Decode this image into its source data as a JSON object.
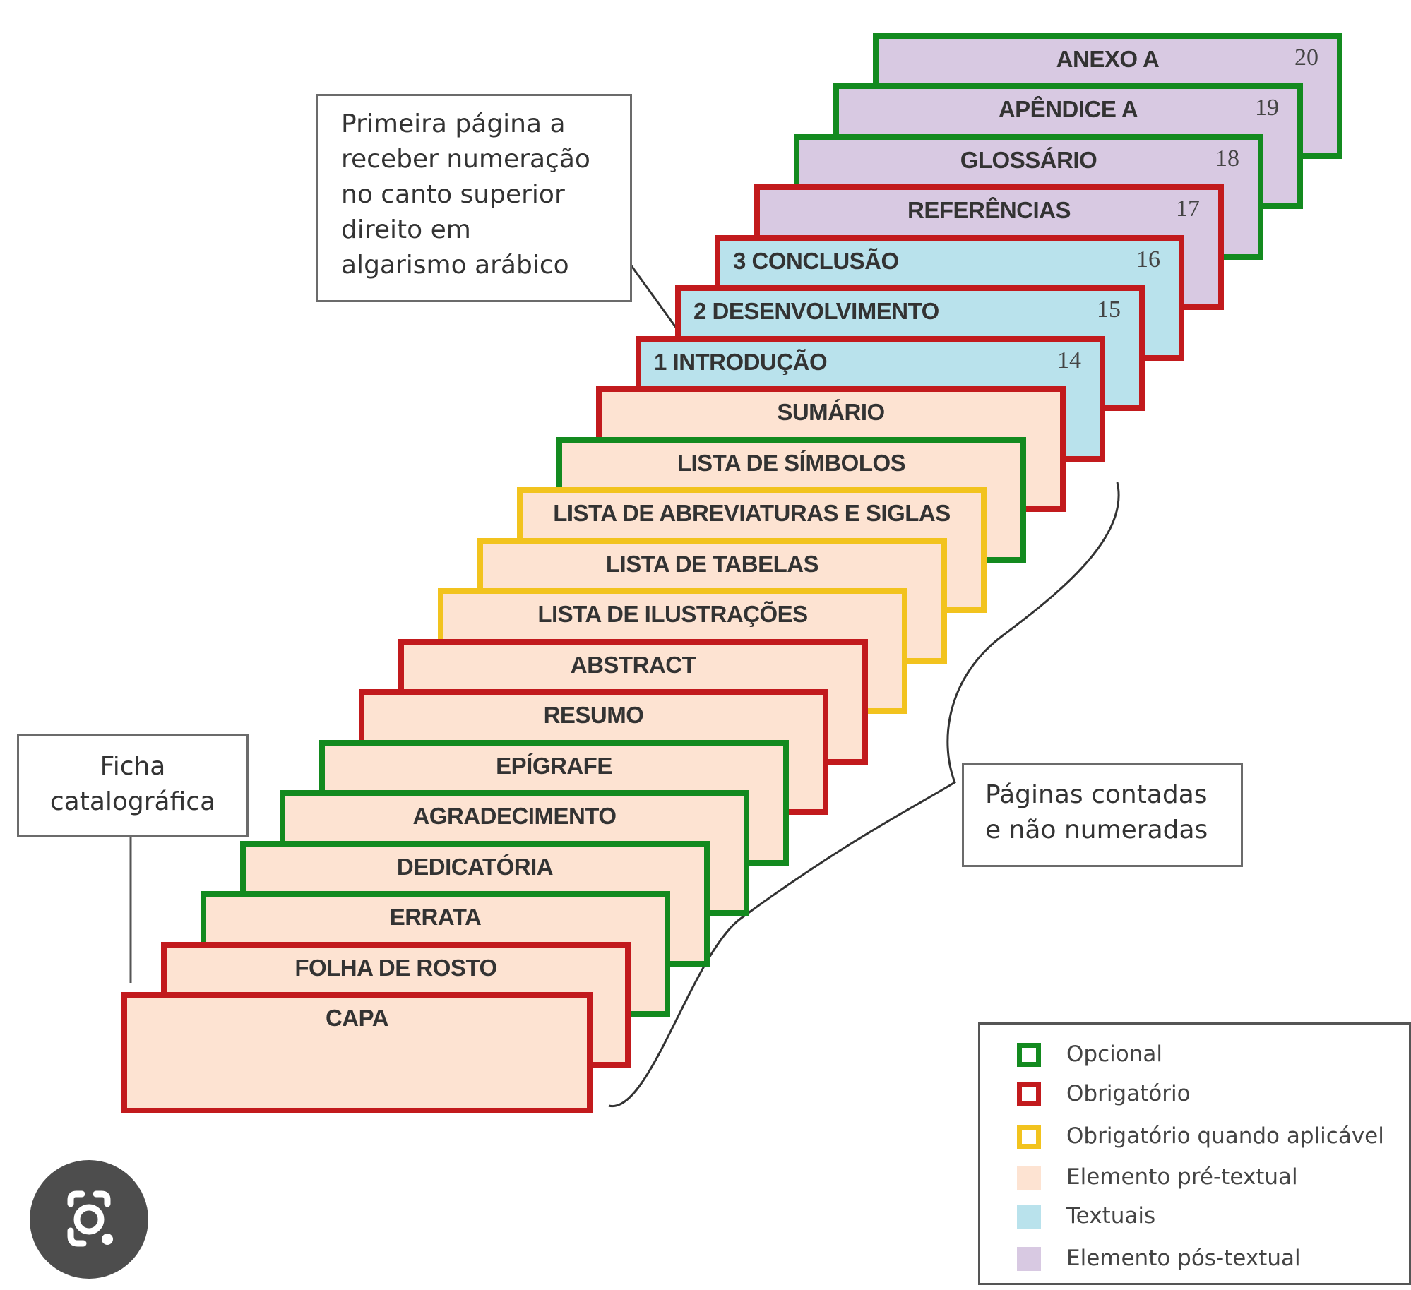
{
  "colors": {
    "opcional": "#138a1f",
    "obrigatorio": "#c21a1d",
    "obrigatorio_quando_aplicavel": "#f2c31e",
    "pre_textual": "#fde3d2",
    "textual": "#b9e2ec",
    "pos_textual": "#d8c9e2"
  },
  "pages": [
    {
      "label": "ANEXO A",
      "number": "20",
      "requirement": "opcional",
      "category": "pos_textual"
    },
    {
      "label": "APÊNDICE A",
      "number": "19",
      "requirement": "opcional",
      "category": "pos_textual"
    },
    {
      "label": "GLOSSÁRIO",
      "number": "18",
      "requirement": "opcional",
      "category": "pos_textual"
    },
    {
      "label": "REFERÊNCIAS",
      "number": "17",
      "requirement": "obrigatorio",
      "category": "pos_textual"
    },
    {
      "label": "3 CONCLUSÃO",
      "number": "16",
      "requirement": "obrigatorio",
      "category": "textual"
    },
    {
      "label": "2 DESENVOLVIMENTO",
      "number": "15",
      "requirement": "obrigatorio",
      "category": "textual"
    },
    {
      "label": "1 INTRODUÇÃO",
      "number": "14",
      "requirement": "obrigatorio",
      "category": "textual"
    },
    {
      "label": "SUMÁRIO",
      "number": "",
      "requirement": "obrigatorio",
      "category": "pre_textual"
    },
    {
      "label": "LISTA DE SÍMBOLOS",
      "number": "",
      "requirement": "opcional",
      "category": "pre_textual"
    },
    {
      "label": "LISTA DE ABREVIATURAS E SIGLAS",
      "number": "",
      "requirement": "obrigatorio_quando_aplicavel",
      "category": "pre_textual"
    },
    {
      "label": "LISTA DE TABELAS",
      "number": "",
      "requirement": "obrigatorio_quando_aplicavel",
      "category": "pre_textual"
    },
    {
      "label": "LISTA DE ILUSTRAÇÕES",
      "number": "",
      "requirement": "obrigatorio_quando_aplicavel",
      "category": "pre_textual"
    },
    {
      "label": "ABSTRACT",
      "number": "",
      "requirement": "obrigatorio",
      "category": "pre_textual"
    },
    {
      "label": "RESUMO",
      "number": "",
      "requirement": "obrigatorio",
      "category": "pre_textual"
    },
    {
      "label": "EPÍGRAFE",
      "number": "",
      "requirement": "opcional",
      "category": "pre_textual"
    },
    {
      "label": "AGRADECIMENTO",
      "number": "",
      "requirement": "opcional",
      "category": "pre_textual"
    },
    {
      "label": "DEDICATÓRIA",
      "number": "",
      "requirement": "opcional",
      "category": "pre_textual"
    },
    {
      "label": "ERRATA",
      "number": "",
      "requirement": "opcional",
      "category": "pre_textual"
    },
    {
      "label": "FOLHA DE ROSTO",
      "number": "",
      "requirement": "obrigatorio",
      "category": "pre_textual"
    },
    {
      "label": "CAPA",
      "number": "",
      "requirement": "obrigatorio",
      "category": "pre_textual"
    }
  ],
  "callouts": {
    "first_numbered": [
      "Primeira página a",
      "receber numeração",
      "no canto superior",
      "direito em",
      "algarismo arábico"
    ],
    "ficha": [
      "Ficha",
      "catalográfica"
    ],
    "counted": [
      "Páginas contadas",
      "e não numeradas"
    ]
  },
  "legend": [
    {
      "label": "Opcional",
      "kind": "border",
      "color_key": "opcional"
    },
    {
      "label": "Obrigatório",
      "kind": "border",
      "color_key": "obrigatorio"
    },
    {
      "label": "Obrigatório quando aplicável",
      "kind": "border",
      "color_key": "obrigatorio_quando_aplicavel"
    },
    {
      "label": "Elemento pré-textual",
      "kind": "fill",
      "color_key": "pre_textual"
    },
    {
      "label": "Textuais",
      "kind": "fill",
      "color_key": "textual"
    },
    {
      "label": "Elemento pós-textual",
      "kind": "fill",
      "color_key": "pos_textual"
    }
  ],
  "icons": {
    "lens": "google-lens-icon"
  }
}
